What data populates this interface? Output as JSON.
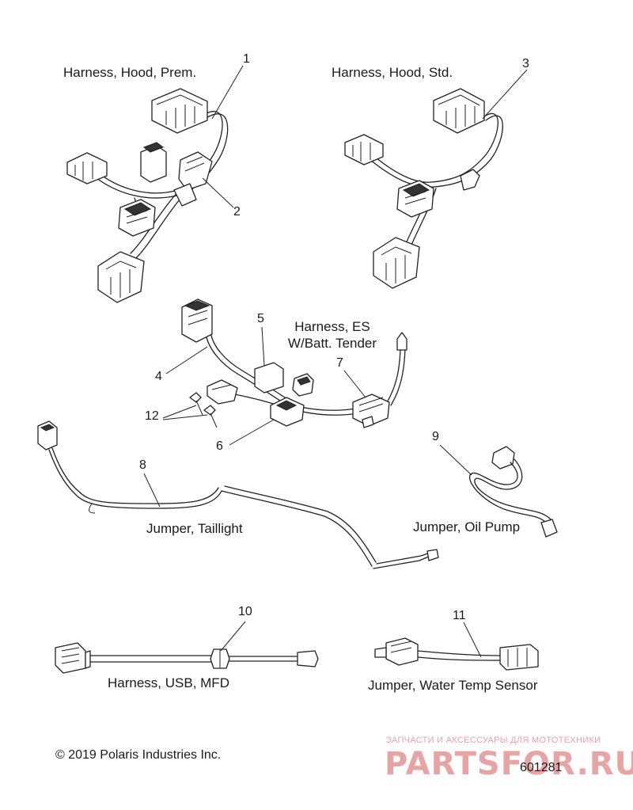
{
  "labels": {
    "hood_prem": "Harness, Hood, Prem.",
    "hood_std": "Harness, Hood, Std.",
    "es_line1": "Harness, ES",
    "es_line2": "W/Batt. Tender",
    "taillight": "Jumper, Taillight",
    "oil_pump": "Jumper, Oil Pump",
    "usb_mfd": "Harness, USB, MFD",
    "water_temp": "Jumper, Water Temp Sensor"
  },
  "callouts": {
    "n1": "1",
    "n2": "2",
    "n3": "3",
    "n4": "4",
    "n5": "5",
    "n6": "6",
    "n7": "7",
    "n8": "8",
    "n9": "9",
    "n10": "10",
    "n11": "11",
    "n12": "12"
  },
  "footer": {
    "copyright": "© 2019 Polaris Industries Inc.",
    "figure_number": "601281"
  },
  "watermark": {
    "tagline": "ЗАПЧАСТИ И АКСЕССУАРЫ ДЛЯ МОТОТЕХНИКИ",
    "site": "PARTSFOR.RU"
  }
}
